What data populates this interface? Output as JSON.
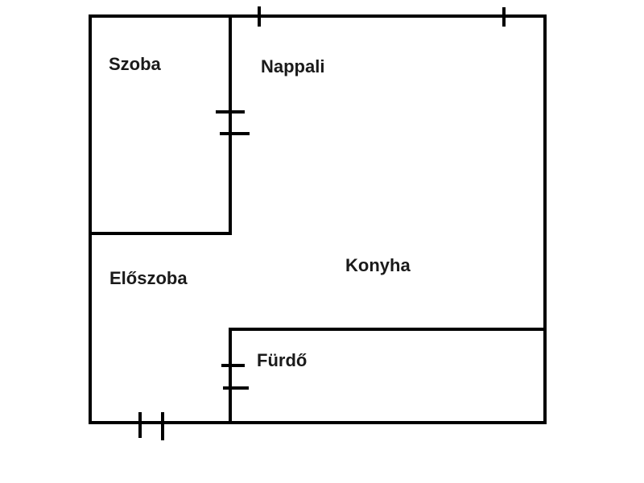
{
  "plan": {
    "line_color": "#000000",
    "background_color": "#ffffff",
    "rooms": {
      "szoba": "Szoba",
      "nappali": "Nappali",
      "eloszoba": "Előszoba",
      "konyha": "Konyha",
      "furdo": "Fürdő"
    }
  }
}
